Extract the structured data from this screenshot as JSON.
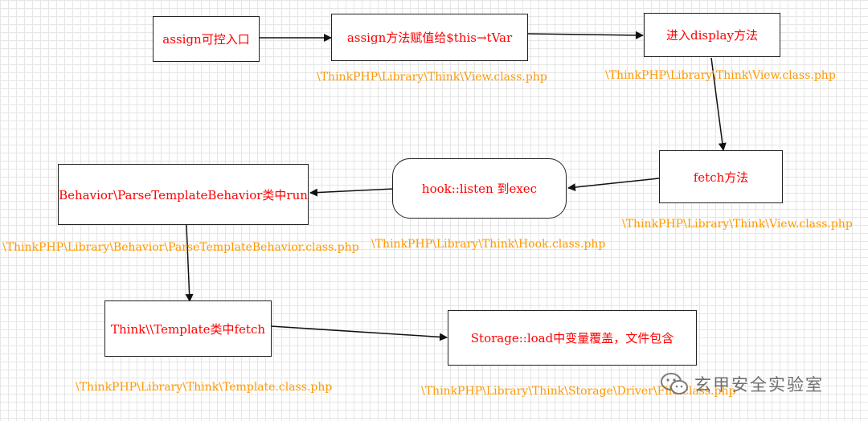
{
  "nodes": {
    "assign_entry": "assign可控入口",
    "assign_method": "assign方法赋值给$this→tVar",
    "display": "进入display方法",
    "fetch": "fetch方法",
    "hook": "hook::listen 到exec",
    "behavior": "Behavior\\ParseTemplateBehavior类中run",
    "template": "Think\\\\Template类中fetch",
    "storage": "Storage::load中变量覆盖，文件包含"
  },
  "paths": {
    "view_1": "\\ThinkPHP\\Library\\Think\\View.class.php",
    "view_2": "\\ThinkPHP\\Library\\Think\\View.class.php",
    "view_3": "\\ThinkPHP\\Library\\Think\\View.class.php",
    "hook": "\\ThinkPHP\\Library\\Think\\Hook.class.php",
    "behavior": "\\ThinkPHP\\Library\\Behavior\\ParseTemplateBehavior.class.php",
    "template": "\\ThinkPHP\\Library\\Think\\Template.class.php",
    "storage": "\\ThinkPHP\\Library\\Think\\Storage\\Driver\\File.class.php"
  },
  "watermark": {
    "text": "玄甲安全实验室",
    "icon": "wechat-icon"
  },
  "colors": {
    "node_text": "#ff0000",
    "path_text": "#ff9900",
    "border": "#222222"
  }
}
